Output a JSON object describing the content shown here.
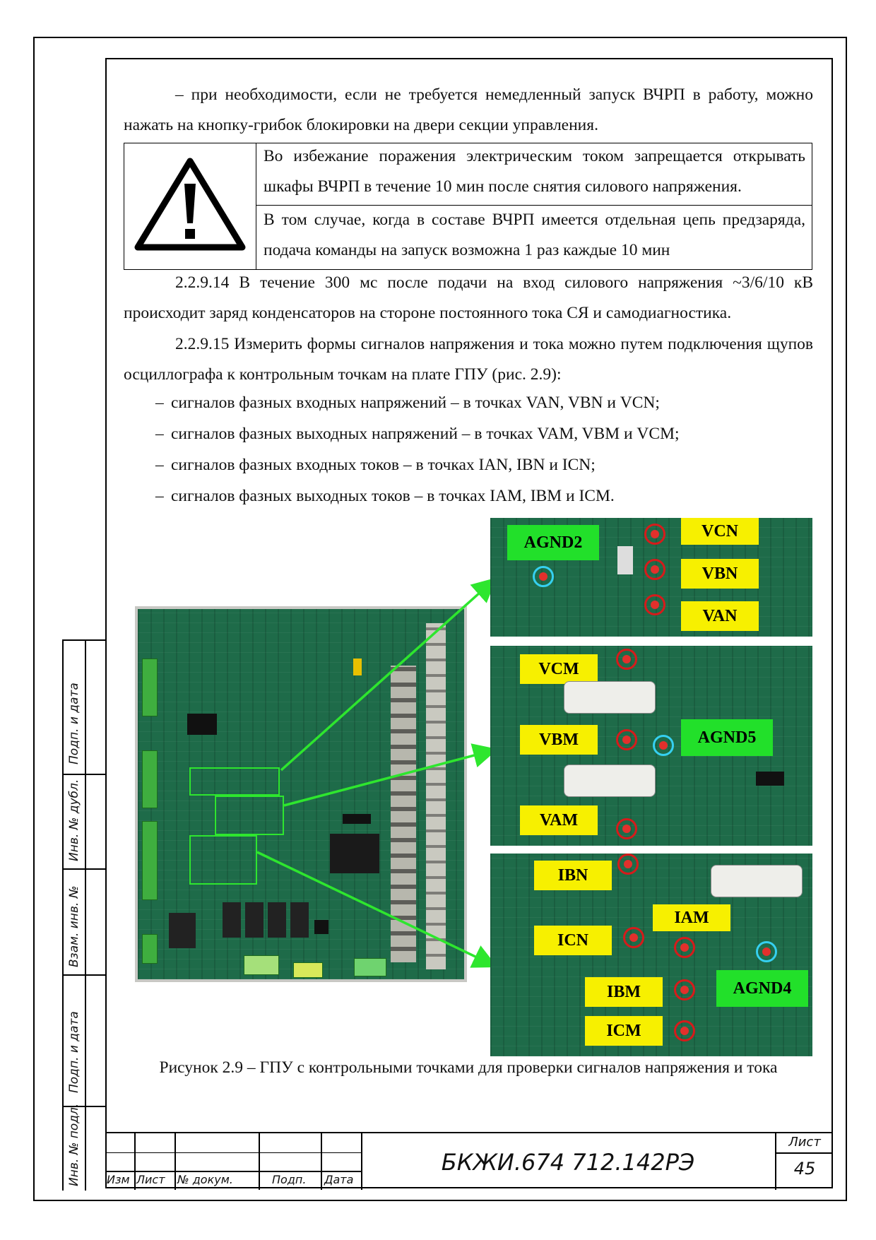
{
  "body": {
    "p1": "– при необходимости, если не требуется немедленный запуск ВЧРП в работу, можно нажать на кнопку-грибок блокировки на двери секции управления.",
    "warning1": "Во избежание поражения электрическим током запрещается открывать шкафы ВЧРП в течение 10 мин после снятия силового напряжения.",
    "warning2": "В том случае, когда в составе ВЧРП имеется отдельная цепь предзаряда, подача команды на запуск возможна 1 раз каждые 10 мин",
    "p2": "2.2.9.14 В течение 300 мс после подачи на вход силового напряжения ~3/6/10 кВ происходит заряд конденсаторов на стороне постоянного тока СЯ и самодиагностика.",
    "p3": "2.2.9.15 Измерить формы сигналов напряжения и тока можно путем подключения щупов осциллографа к контрольным точкам на плате ГПУ (рис. 2.9):",
    "bullet_mark": "–",
    "bullets": [
      "сигналов фазных входных напряжений – в точках VAN, VBN и VCN;",
      "сигналов фазных выходных напряжений – в точках VAM, VBM и VCM;",
      "сигналов фазных входных токов – в точках IAN, IBN и ICN;",
      "сигналов фазных выходных токов – в точках IAM, IBM и ICM."
    ],
    "caption": "Рисунок 2.9 – ГПУ с контрольными точками для проверки сигналов напряжения и тока"
  },
  "figure": {
    "top_labels": {
      "agnd": "AGND2",
      "vcn": "VCN",
      "vbn": "VBN",
      "van": "VAN"
    },
    "mid_labels": {
      "vcm": "VCM",
      "vbm": "VBM",
      "agnd": "AGND5",
      "vam": "VAM"
    },
    "bot_labels": {
      "ibn": "IBN",
      "iam": "IAM",
      "icn": "ICN",
      "ibm": "IBM",
      "agnd": "AGND4",
      "icm": "ICM"
    },
    "colors": {
      "label_yellow": "#f7f000",
      "label_green": "#22e02a",
      "arrow": "#2ee62e",
      "probe_red": "#d61b1b",
      "probe_cyan": "#35d0f0"
    }
  },
  "side_labels": [
    "Подп. и дата",
    "Инв. № дубл.",
    "Взам. инв. №",
    "Подп. и дата",
    "Инв. № подл."
  ],
  "title_block": {
    "headers": [
      "Изм",
      "Лист",
      "№ докум.",
      "Подп.",
      "Дата"
    ],
    "doc_code": "БКЖИ.674 712.142РЭ",
    "sheet_label": "Лист",
    "sheet_number": "45"
  }
}
